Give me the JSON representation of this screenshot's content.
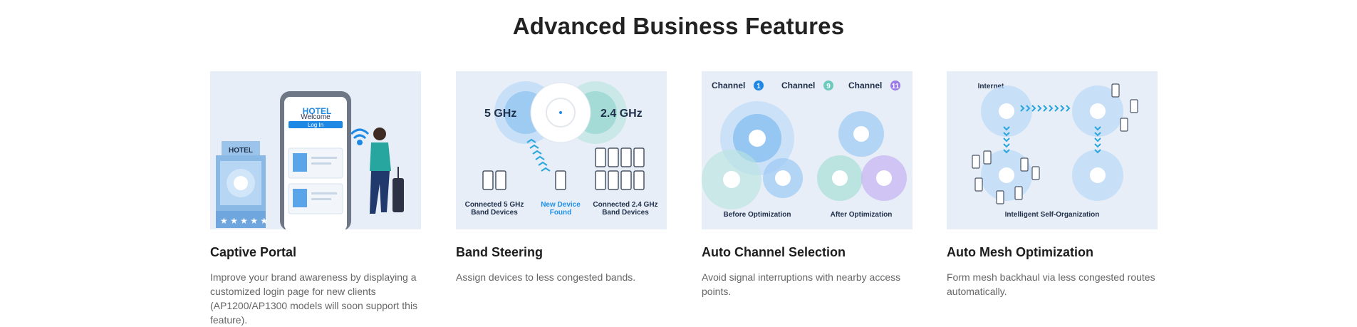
{
  "section": {
    "title": "Advanced Business Features"
  },
  "features": [
    {
      "title": "Captive Portal",
      "description": "Improve your brand awareness by displaying a customized login page for new clients (AP1200/AP1300 models will soon support this feature).",
      "image": {
        "building_sign": "HOTEL",
        "phone_header": "HOTEL",
        "welcome": "Welcome",
        "login_button": "Log In"
      }
    },
    {
      "title": "Band Steering",
      "description": "Assign devices to less congested bands.",
      "image": {
        "band_5": "5 GHz",
        "band_24": "2.4 GHz",
        "connected_5_line1": "Connected 5 GHz",
        "connected_5_line2": "Band Devices",
        "new_device_line1": "New Device",
        "new_device_line2": "Found",
        "connected_24_line1": "Connected 2.4 GHz",
        "connected_24_line2": "Band Devices"
      }
    },
    {
      "title": "Auto Channel Selection",
      "description": "Avoid signal interruptions with nearby access points.",
      "image": {
        "channel_label": "Channel",
        "channels": [
          "1",
          "9",
          "11"
        ],
        "before": "Before Optimization",
        "after": "After Optimization"
      }
    },
    {
      "title": "Auto Mesh Optimization",
      "description": "Form mesh backhaul via less congested routes automatically.",
      "image": {
        "internet": "Internet",
        "caption": "Intelligent Self-Organization"
      }
    }
  ],
  "colors": {
    "card_bg": "#e7eef7",
    "accent_blue": "#1e90e8",
    "teal": "#39b7a8",
    "purple": "#9b7be8"
  }
}
